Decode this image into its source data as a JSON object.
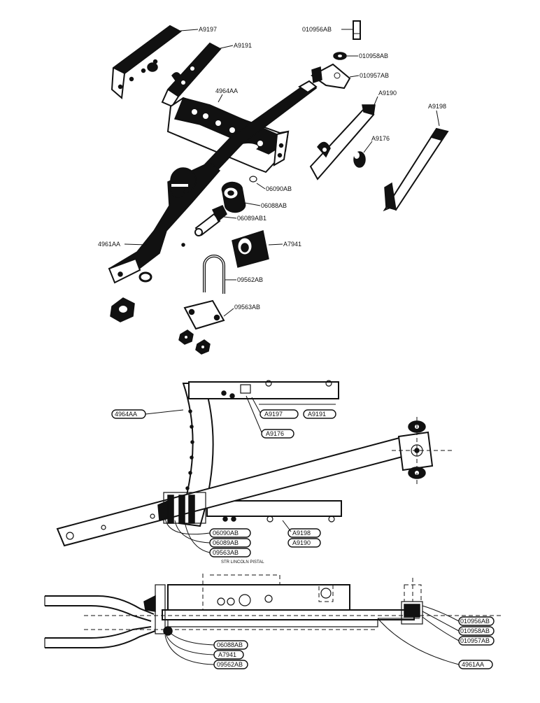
{
  "exploded_view": {
    "labels": {
      "a9197": "A9197",
      "a9191": "A9191",
      "p010956ab": "010956AB",
      "p010958ab": "010958AB",
      "p010957ab": "010957AB",
      "a9190": "A9190",
      "a9198": "A9198",
      "a9176": "A9176",
      "p4964aa": "4964AA",
      "p06090ab": "06090AB",
      "p06088ab": "06088AB",
      "p06089ab1": "06089AB1",
      "p4961aa": "4961AA",
      "a7941": "A7941",
      "p09562ab": "09562AB",
      "p09563ab": "09563AB"
    }
  },
  "top_view": {
    "labels": {
      "p4964aa": "4964AA",
      "a9197": "A9197",
      "a9191": "A9191",
      "a9176": "A9176",
      "p06090ab": "06090AB",
      "p06089ab": "06089AB",
      "p09563ab": "09563AB",
      "a9198": "A9198",
      "a9190": "A9190",
      "note": "STR LINCOLN PISTAL"
    }
  },
  "side_view": {
    "labels": {
      "p06088ab": "06088AB",
      "a7941": "A7941",
      "p09562ab": "09562AB",
      "p010956ab": "010956AB",
      "p010958ab": "010958AB",
      "p010957ab": "010957AB",
      "p4961aa": "4961AA"
    }
  }
}
